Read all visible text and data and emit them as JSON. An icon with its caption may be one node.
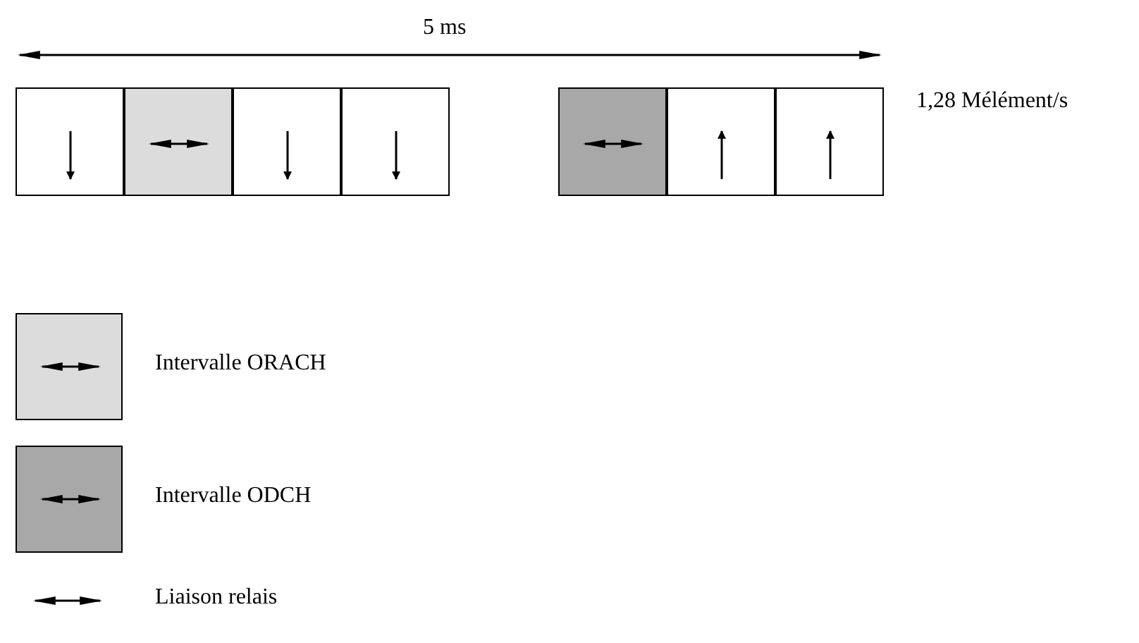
{
  "diagram": {
    "nodes": [
      {
        "text": [],
        "shape": "box"
      },
      {
        "text": [],
        "shape": "box"
      },
      {
        "text": [],
        "shape": "box"
      },
      {
        "text": [],
        "shape": "box"
      },
      {
        "text": [],
        "shape": "box"
      },
      {
        "text": [],
        "shape": "box"
      },
      {
        "text": [],
        "shape": "box"
      }
    ],
    "labels": [
      "5 ms",
      "1,28 Mélément/s"
    ],
    "legend": [
      {
        "text": "Intervalle ORACH",
        "color": "#dcdcdc"
      },
      {
        "text": "Intervalle ODCH",
        "color": "#a8a8a8"
      },
      {
        "text": "Liaison relais"
      }
    ]
  }
}
